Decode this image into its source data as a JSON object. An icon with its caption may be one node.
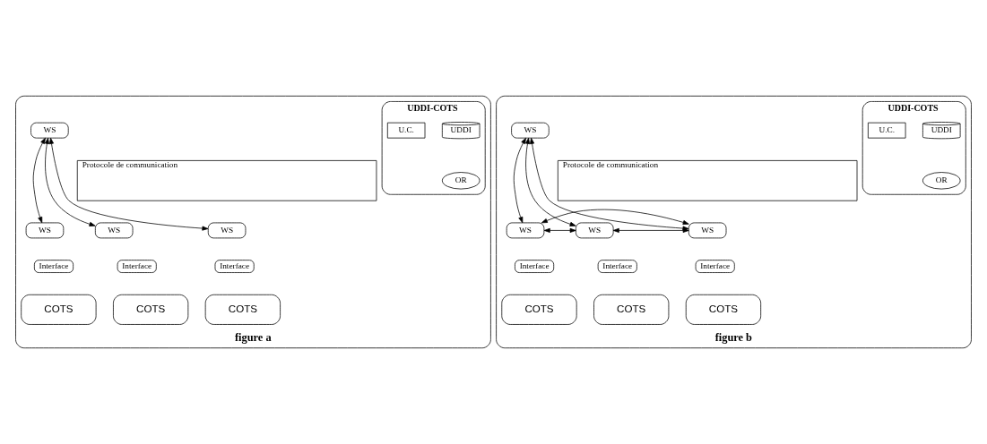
{
  "diagram": {
    "nodes": [
      {
        "text": [
          "figure a"
        ]
      },
      {
        "text": [
          "UDDI-COTS"
        ],
        "in": 0
      },
      {
        "text": [
          "UDDI"
        ],
        "in": 1
      },
      {
        "text": [
          "U.C."
        ],
        "in": 1
      },
      {
        "text": [
          "OR"
        ],
        "in": 1
      },
      {
        "text": [
          "WS"
        ],
        "in": 0
      },
      {
        "text": [
          "Protocole de communication"
        ],
        "in": 0
      },
      {
        "text": [
          "WS"
        ],
        "in": 0
      },
      {
        "text": [
          "Interface"
        ],
        "in": 0
      },
      {
        "text": [
          "COTS"
        ],
        "in": 0
      },
      {
        "text": [
          "WS"
        ],
        "in": 0
      },
      {
        "text": [
          "Interface"
        ],
        "in": 0
      },
      {
        "text": [
          "COTS"
        ],
        "in": 0
      },
      {
        "text": [
          "WS"
        ],
        "in": 0
      },
      {
        "text": [
          "Interface"
        ],
        "in": 0
      },
      {
        "text": [
          "COTS"
        ],
        "in": 0
      },
      {
        "text": [
          "figure b"
        ]
      },
      {
        "text": [
          "UDDI-COTS"
        ],
        "in": 16
      },
      {
        "text": [
          "UDDI"
        ],
        "in": 17
      },
      {
        "text": [
          "U.C."
        ],
        "in": 17
      },
      {
        "text": [
          "OR"
        ],
        "in": 17
      },
      {
        "text": [
          "WS"
        ],
        "in": 16
      },
      {
        "text": [
          "Protocole de communication"
        ],
        "in": 16
      },
      {
        "text": [
          "WS"
        ],
        "in": 16
      },
      {
        "text": [
          "Interface"
        ],
        "in": 16
      },
      {
        "text": [
          "COTS"
        ],
        "in": 16
      },
      {
        "text": [
          "WS"
        ],
        "in": 16
      },
      {
        "text": [
          "Interface"
        ],
        "in": 16
      },
      {
        "text": [
          "COTS"
        ],
        "in": 16
      },
      {
        "text": [
          "WS"
        ],
        "in": 16
      },
      {
        "text": [
          "Interface"
        ],
        "in": 16
      },
      {
        "text": [
          "COTS"
        ],
        "in": 16
      }
    ],
    "edges": [
      {
        "from": 5,
        "to": 7,
        "arrow": "both"
      },
      {
        "from": 5,
        "to": 10,
        "arrow": "both"
      },
      {
        "from": 5,
        "to": 13,
        "arrow": "both"
      },
      {
        "from": 21,
        "to": 23,
        "arrow": "both"
      },
      {
        "from": 21,
        "to": 26,
        "arrow": "both"
      },
      {
        "from": 21,
        "to": 29,
        "arrow": "both"
      },
      {
        "from": 23,
        "to": 26,
        "arrow": "both"
      },
      {
        "from": 26,
        "to": 29,
        "arrow": "both"
      },
      {
        "from": 23,
        "to": 29,
        "arrow": "both"
      }
    ]
  }
}
